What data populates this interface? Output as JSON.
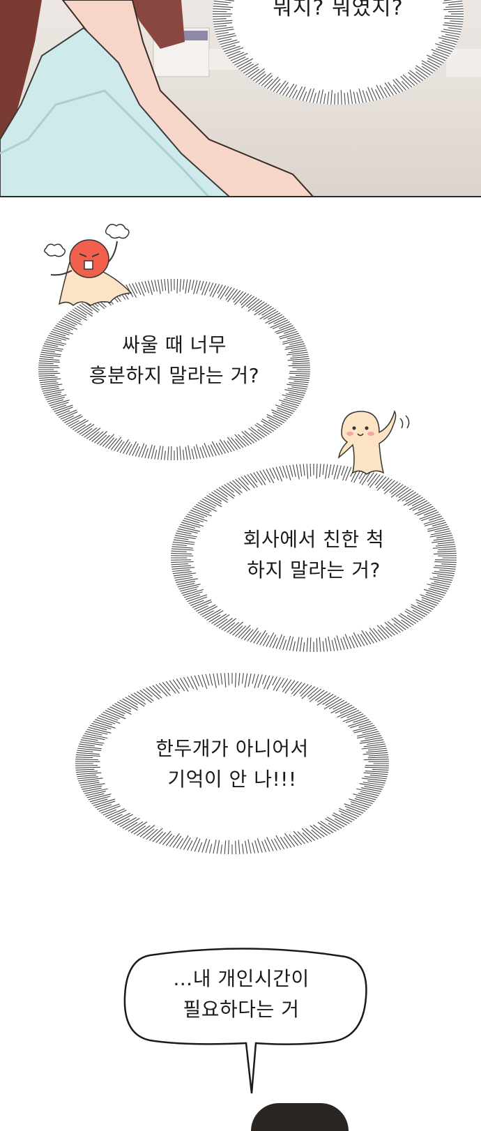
{
  "panel_top": {
    "bubble_text": "뭐지? 뭐였지?"
  },
  "thought_bubbles": [
    {
      "lines": [
        "싸울 때 너무",
        "흥분하지 말라는 거?"
      ]
    },
    {
      "lines": [
        "회사에서 친한 척",
        "하지 말라는 거?"
      ]
    },
    {
      "lines": [
        "한두개가 아니어서",
        "기억이 안 나!!!"
      ]
    }
  ],
  "speech_bubble": {
    "lines": [
      "…내 개인시간이",
      "필요하다는 거"
    ]
  },
  "colors": {
    "mascot_angry": "#f0604c",
    "mascot_happy": "#fbe3c4",
    "shirt": "#cfeaea",
    "hair": "#7a3b35"
  }
}
